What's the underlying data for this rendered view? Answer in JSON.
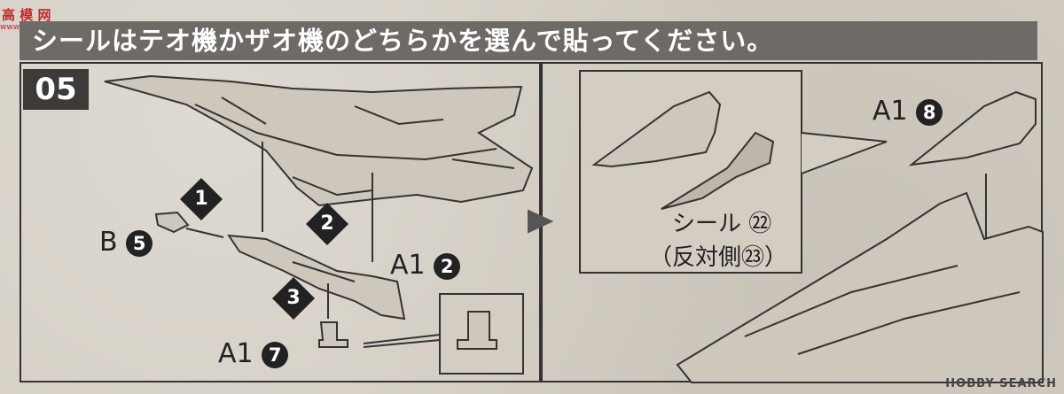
{
  "header": {
    "text": "シールはテオ機かザオ機のどちらかを選んで貼ってください。"
  },
  "watermark": {
    "logo": "高 模 网",
    "url": "www.gaoqian.com"
  },
  "step": {
    "number": "05"
  },
  "steps": [
    {
      "label": "1"
    },
    {
      "label": "2"
    },
    {
      "label": "3"
    }
  ],
  "parts": {
    "b5": {
      "prefix": "B",
      "num": "5"
    },
    "a12": {
      "prefix": "A1",
      "num": "2"
    },
    "a17": {
      "prefix": "A1",
      "num": "7"
    },
    "a18": {
      "prefix": "A1",
      "num": "8"
    }
  },
  "sticker": {
    "label": "シール",
    "num": "㉒",
    "alt_label": "（反対側",
    "alt_num": "㉓",
    "alt_close": "）"
  },
  "brand": {
    "text": "HOBBY SEARCH"
  }
}
